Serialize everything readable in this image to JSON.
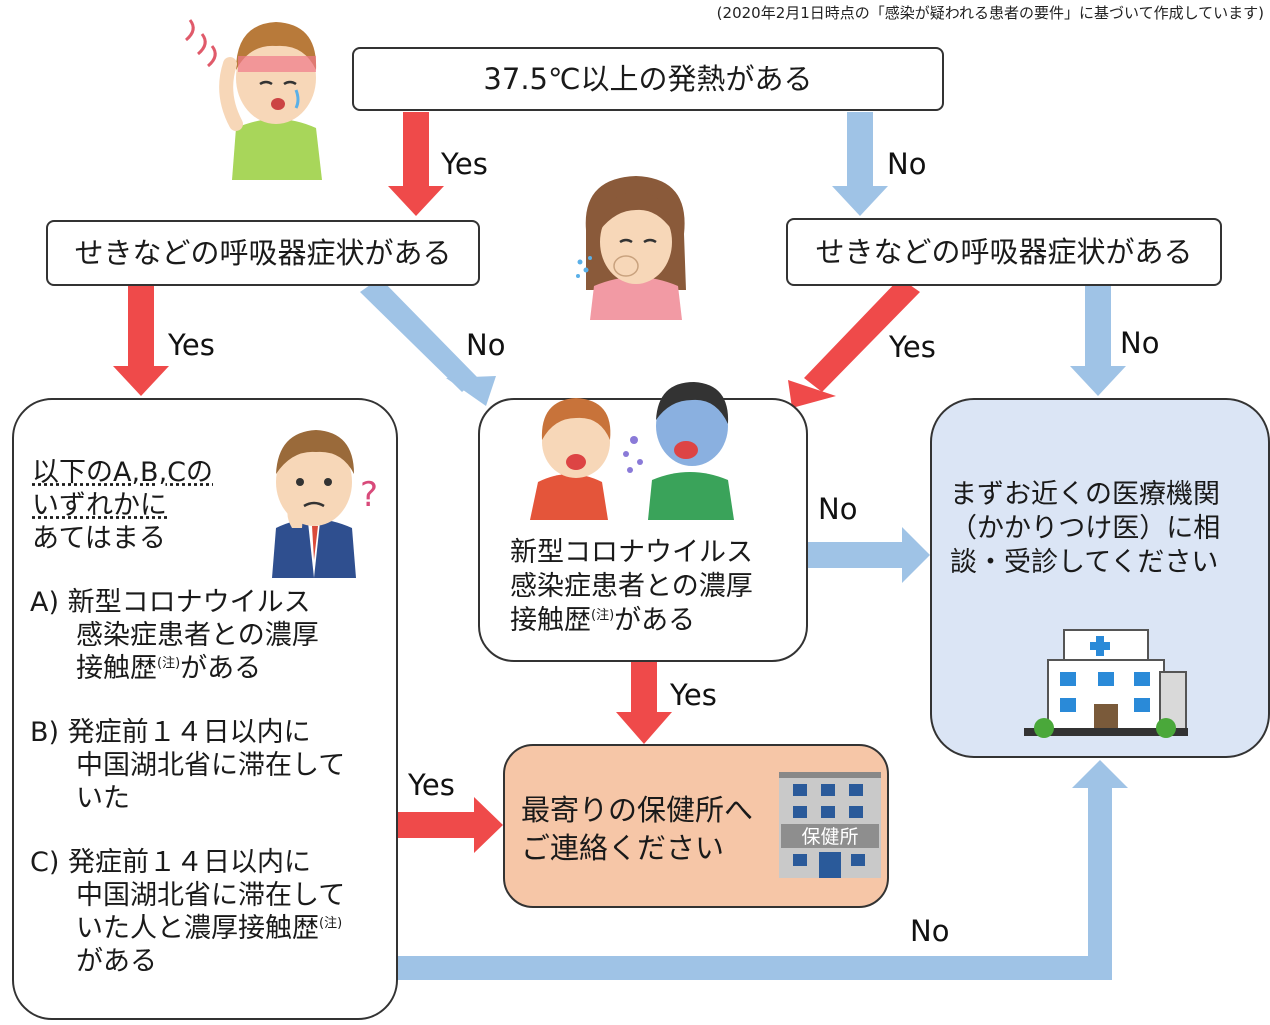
{
  "header_note": "(2020年2月1日時点の「感染が疑われる患者の要件」に基づいて作成しています)",
  "nodes": {
    "fever": "37.5℃以上の発熱がある",
    "resp_left": "せきなどの呼吸器症状がある",
    "resp_right": "せきなどの呼吸器症状がある",
    "abc": {
      "intro": [
        "以下のA,B,Cの",
        "いずれかに",
        "あてはまる"
      ],
      "a": [
        "A) 新型コロナウイルス",
        "感染症患者との濃厚",
        "接触歴",
        "がある"
      ],
      "b": [
        "B) 発症前１４日以内に",
        "中国湖北省に滞在して",
        "いた"
      ],
      "c": [
        "C) 発症前１４日以内に",
        "中国湖北省に滞在して",
        "いた人と濃厚接触歴",
        "がある"
      ]
    },
    "contact": [
      "新型コロナウイルス",
      "感染症患者との濃厚",
      "接触歴",
      "がある"
    ],
    "health_center": [
      "最寄りの保健所へ",
      "ご連絡ください"
    ],
    "health_center_sign": "保健所",
    "clinic": [
      "まずお近くの医療機関",
      "（かかりつけ医）に相",
      "談・受診してください"
    ]
  },
  "note_mark": "(注)",
  "edge_labels": {
    "yes": "Yes",
    "no": "No"
  },
  "colors": {
    "yes_arrow": "#ef4a4a",
    "no_arrow": "#9fc3e6",
    "clinic_bg": "#dbe5f5",
    "health_center_bg": "#f6c6a7"
  },
  "icons": [
    "sick-person-fever-icon",
    "coughing-woman-icon",
    "coughing-children-icon",
    "confused-man-icon",
    "hospital-icon",
    "health-center-building-icon"
  ]
}
